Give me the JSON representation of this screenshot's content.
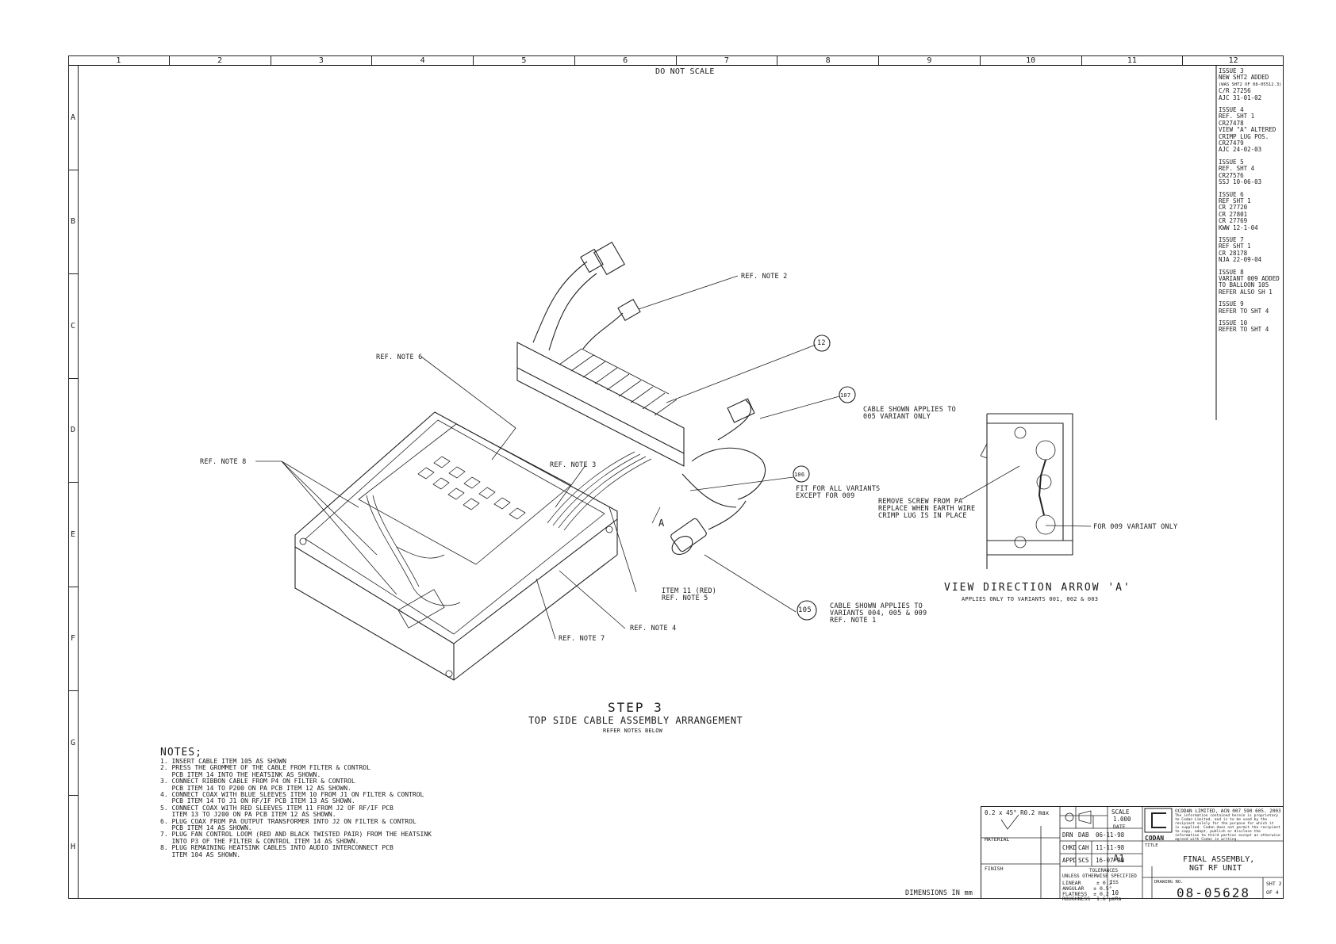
{
  "columns": [
    "1",
    "2",
    "3",
    "4",
    "5",
    "6",
    "7",
    "8",
    "9",
    "10",
    "11",
    "12"
  ],
  "rows": [
    "A",
    "B",
    "C",
    "D",
    "E",
    "F",
    "G",
    "H"
  ],
  "header": {
    "do_not_scale": "DO NOT SCALE"
  },
  "revisions": [
    {
      "lines": [
        "ISSUE 3",
        "NEW SHT2 ADDED",
        "(WAS SHT2 OF 08-05512.3)",
        "C/R 27256",
        "AJC        31-01-02"
      ]
    },
    {
      "lines": [
        "ISSUE 4",
        "REF. SHT 1",
        "CR27478",
        "VIEW \"A\" ALTERED",
        "CRIMP LUG POS.",
        "CR27479",
        "AJC        24-02-03"
      ]
    },
    {
      "lines": [
        "ISSUE 5",
        "REF. SHT 4",
        "CR27576",
        "SSJ        10-06-03"
      ]
    },
    {
      "lines": [
        "ISSUE 6",
        "REF SHT 1",
        "CR 27720",
        "CR 27801",
        "CR 27769",
        "KWW       12-1-04"
      ]
    },
    {
      "lines": [
        "ISSUE 7",
        "REF SHT 1",
        "CR 28178",
        "NJA 22-09-04"
      ]
    },
    {
      "lines": [
        "ISSUE 8",
        "VARIANT 009 ADDED",
        "TO BALLOON 105",
        "REFER ALSO SH 1"
      ]
    },
    {
      "lines": [
        "ISSUE 9",
        "REFER TO SHT 4"
      ]
    },
    {
      "lines": [
        "ISSUE 10",
        "REFER TO SHT 4"
      ]
    }
  ],
  "callouts": {
    "ref_note_2": "REF. NOTE 2",
    "ref_note_6": "REF. NOTE 6",
    "ref_note_8": "REF. NOTE 8",
    "ref_note_3": "REF. NOTE 3",
    "ref_note_4": "REF. NOTE 4",
    "ref_note_7": "REF. NOTE 7",
    "item_11_a": "ITEM 11 (RED)",
    "item_11_b": "REF. NOTE 5",
    "arrow_a": "A",
    "balloon_12": "12",
    "balloon_107": "107",
    "balloon_106": "106",
    "balloon_105": "105",
    "note_107_a": "CABLE SHOWN APPLIES TO",
    "note_107_b": "005 VARIANT ONLY",
    "note_106_a": "FIT FOR ALL VARIANTS",
    "note_106_b": "EXCEPT FOR 009",
    "note_105_a": "CABLE SHOWN APPLIES TO",
    "note_105_b": "VARIANTS 004, 005 & 009",
    "note_105_c": "REF. NOTE 1"
  },
  "view_a": {
    "screw_note": [
      "REMOVE SCREW FROM PA",
      "REPLACE WHEN EARTH WIRE",
      "CRIMP LUG IS IN PLACE"
    ],
    "variant_note": "FOR 009 VARIANT ONLY",
    "title": "VIEW DIRECTION ARROW 'A'",
    "subtitle": "APPLIES ONLY TO VARIANTS 001, 002 & 003"
  },
  "step": {
    "title": "STEP 3",
    "subtitle": "TOP SIDE CABLE ASSEMBLY ARRANGEMENT",
    "refer": "REFER NOTES BELOW"
  },
  "notes": {
    "heading": "NOTES;",
    "lines": [
      "1. INSERT CABLE ITEM 105 AS SHOWN",
      "2. PRESS THE GROMMET OF THE CABLE FROM FILTER & CONTROL",
      "   PCB ITEM 14 INTO THE HEATSINK AS SHOWN.",
      "3. CONNECT RIBBON CABLE FROM P4 ON FILTER & CONTROL",
      "   PCB ITEM 14 TO P200 ON PA PCB ITEM 12 AS SHOWN.",
      "4. CONNECT COAX WITH BLUE SLEEVES ITEM 10 FROM J1 ON FILTER & CONTROL",
      "   PCB ITEM 14 TO J1 ON RF/IF PCB ITEM 13 AS SHOWN.",
      "5. CONNECT COAX WITH RED SLEEVES ITEM 11 FROM J2 OF RF/IF PCB",
      "   ITEM 13 TO J200 ON PA PCB ITEM 12 AS SHOWN.",
      "6. PLUG COAX FROM PA OUTPUT TRANSFORMER INTO J2 ON FILTER & CONTROL",
      "   PCB ITEM 14 AS SHOWN.",
      "7. PLUG FAN CONTROL LOOM (RED AND BLACK TWISTED PAIR) FROM THE HEATSINK",
      "   INTO P3 OF THE FILTER & CONTROL ITEM 14 AS SHOWN.",
      "8. PLUG REMAINING HEATSINK CABLES INTO AUDIO INTERCONNECT PCB",
      "   ITEM 104 AS SHOWN."
    ]
  },
  "dimensions_note": "DIMENSIONS IN mm",
  "title_block": {
    "chamfer": "0.2 x 45°   R0.2 max",
    "material_label": "MATERIAL",
    "finish_label": "FINISH",
    "scale_label": "SCALE",
    "scale_value": "1.000",
    "date_label": "DATE",
    "drn_label": "DRN",
    "drn_initials": "DAB",
    "drn_date": "06-11-98",
    "chkd_label": "CHKD",
    "chkd_initials": "CAH",
    "chkd_date": "11-11-98",
    "appd_label": "APPD",
    "appd_initials": "SCS",
    "appd_date": "16-07-99",
    "tolerances_label": "TOLERANCES",
    "tolerances_sub": "UNLESS OTHERWISE SPECIFIED",
    "tol_linear": "LINEAR     ± 0.2",
    "tol_angular": "ANGULAR   ± 0.5°",
    "tol_flatness": "FLATNESS  ± 0.2",
    "tol_roughness": "ROUGHNESS  1.6 µmRa",
    "size": "A1",
    "issue_label": "ISS",
    "issue": "10",
    "company": "CODAN",
    "copyright": "©CODAN LIMITED, ACN 007 590 605.  2003",
    "proprietary": [
      "The information contained herein is proprietary",
      "to Codan Limited, and is to be used by the",
      "recipient solely for the purpose for which it",
      "is supplied. Codan does not permit the recipient",
      "to copy, adapt, publish or disclose the",
      "information to third parties except as otherwise",
      "agreed with Codan in writing."
    ],
    "title_label": "TITLE",
    "title_1": "FINAL ASSEMBLY,",
    "title_2": "NGT RF UNIT",
    "dwg_label": "DRAWING NO.",
    "dwg_no": "08-05628",
    "sheet_label": "SHT 2",
    "sheet_of": "OF 4"
  }
}
